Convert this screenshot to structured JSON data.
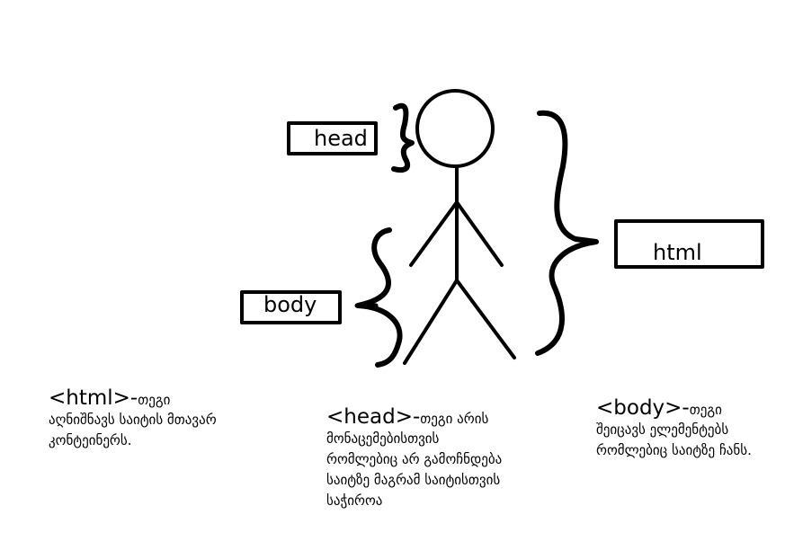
{
  "labels": {
    "head": "head",
    "body": "body",
    "html": "html"
  },
  "notes": {
    "html": {
      "tag": "<html>-",
      "first": "თეგი",
      "rest": "აღნიშნავს საიტის მთავარ კონტეინერს."
    },
    "head": {
      "tag": "<head>-",
      "first": "თეგი არის",
      "rest": "მონაცემებისთვის რომლებიც არ გამოჩნდება საიტზე მაგრამ საიტისთვის საჭიროა"
    },
    "body": {
      "tag": "<body>-",
      "first": "თეგი",
      "rest": "შეიცავს ელემენტებს რომლებიც საიტზე ჩანს."
    }
  },
  "colors": {
    "stroke": "#000000",
    "background": "#ffffff"
  }
}
